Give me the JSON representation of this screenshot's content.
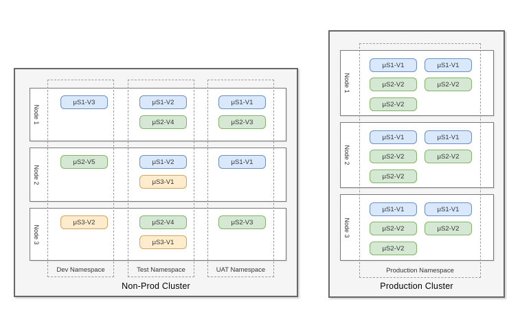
{
  "palette": {
    "blue": {
      "fill": "#dae8fc",
      "border": "#6c8ebf"
    },
    "green": {
      "fill": "#d5e8d4",
      "border": "#82b366"
    },
    "orange": {
      "fill": "#ffeccc",
      "border": "#d2a55e"
    },
    "cluster_fill": "#f5f5f5",
    "cluster_border": "#666666",
    "node_fill": "#ffffff",
    "dashed_border": "#9a9a9a"
  },
  "clusters": [
    {
      "title": "Non-Prod Cluster",
      "namespaces": [
        {
          "label": "Dev Namespace"
        },
        {
          "label": "Test Namespace"
        },
        {
          "label": "UAT Namespace"
        }
      ],
      "nodes": [
        {
          "label": "Node 1",
          "pods": [
            {
              "label": "μS1-V3",
              "variant": "blue",
              "col": 0,
              "row": 0
            },
            {
              "label": "μS1-V2",
              "variant": "blue",
              "col": 1,
              "row": 0
            },
            {
              "label": "μS2-V4",
              "variant": "green",
              "col": 1,
              "row": 1
            },
            {
              "label": "μS1-V1",
              "variant": "blue",
              "col": 2,
              "row": 0
            },
            {
              "label": "μS2-V3",
              "variant": "green",
              "col": 2,
              "row": 1
            }
          ]
        },
        {
          "label": "Node 2",
          "pods": [
            {
              "label": "μS2-V5",
              "variant": "green",
              "col": 0,
              "row": 0
            },
            {
              "label": "μS1-V2",
              "variant": "blue",
              "col": 1,
              "row": 0
            },
            {
              "label": "μS3-V1",
              "variant": "orange",
              "col": 1,
              "row": 1
            },
            {
              "label": "μS1-V1",
              "variant": "blue",
              "col": 2,
              "row": 0
            }
          ]
        },
        {
          "label": "Node 3",
          "pods": [
            {
              "label": "μS3-V2",
              "variant": "orange",
              "col": 0,
              "row": 0
            },
            {
              "label": "μS2-V4",
              "variant": "green",
              "col": 1,
              "row": 0
            },
            {
              "label": "μS3-V1",
              "variant": "orange",
              "col": 1,
              "row": 1
            },
            {
              "label": "μS2-V3",
              "variant": "green",
              "col": 2,
              "row": 0
            }
          ]
        }
      ]
    },
    {
      "title": "Production Cluster",
      "namespaces": [
        {
          "label": "Production Namespace"
        }
      ],
      "nodes": [
        {
          "label": "Node 1",
          "pods": [
            {
              "label": "μS1-V1",
              "variant": "blue",
              "col": 0,
              "row": 0
            },
            {
              "label": "μS1-V1",
              "variant": "blue",
              "col": 1,
              "row": 0
            },
            {
              "label": "μS2-V2",
              "variant": "green",
              "col": 0,
              "row": 1
            },
            {
              "label": "μS2-V2",
              "variant": "green",
              "col": 1,
              "row": 1
            },
            {
              "label": "μS2-V2",
              "variant": "green",
              "col": 0,
              "row": 2
            }
          ]
        },
        {
          "label": "Node 2",
          "pods": [
            {
              "label": "μS1-V1",
              "variant": "blue",
              "col": 0,
              "row": 0
            },
            {
              "label": "μS1-V1",
              "variant": "blue",
              "col": 1,
              "row": 0
            },
            {
              "label": "μS2-V2",
              "variant": "green",
              "col": 0,
              "row": 1
            },
            {
              "label": "μS2-V2",
              "variant": "green",
              "col": 1,
              "row": 1
            },
            {
              "label": "μS2-V2",
              "variant": "green",
              "col": 0,
              "row": 2
            }
          ]
        },
        {
          "label": "Node 3",
          "pods": [
            {
              "label": "μS1-V1",
              "variant": "blue",
              "col": 0,
              "row": 0
            },
            {
              "label": "μS1-V1",
              "variant": "blue",
              "col": 1,
              "row": 0
            },
            {
              "label": "μS2-V2",
              "variant": "green",
              "col": 0,
              "row": 1
            },
            {
              "label": "μS2-V2",
              "variant": "green",
              "col": 1,
              "row": 1
            },
            {
              "label": "μS2-V2",
              "variant": "green",
              "col": 0,
              "row": 2
            }
          ]
        }
      ]
    }
  ]
}
